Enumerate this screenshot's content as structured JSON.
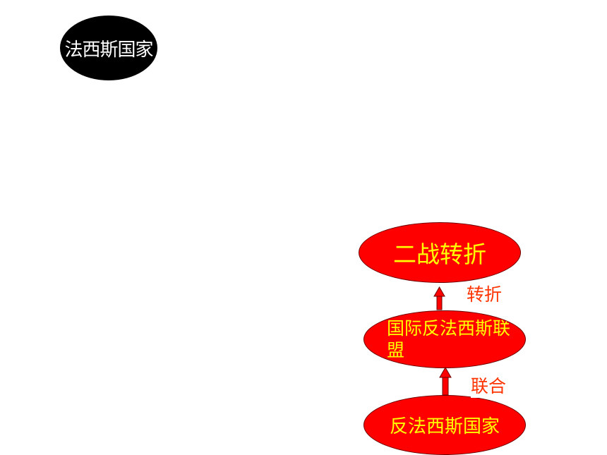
{
  "nodes": {
    "fascist_states": "法西斯国家",
    "ww2_turning_point": "二战转折",
    "anti_fascist_alliance": "国际反法西斯联盟",
    "anti_fascist_states": "反法西斯国家"
  },
  "edges": {
    "unite_label": "联合",
    "turn_label": "转折"
  },
  "colors": {
    "fascist_fill": "#000000",
    "fascist_text": "#ffffff",
    "anti_fill": "#ff0000",
    "anti_text": "#ffff00",
    "edge_label": "#ff3300",
    "arrow": "#ff0000"
  }
}
